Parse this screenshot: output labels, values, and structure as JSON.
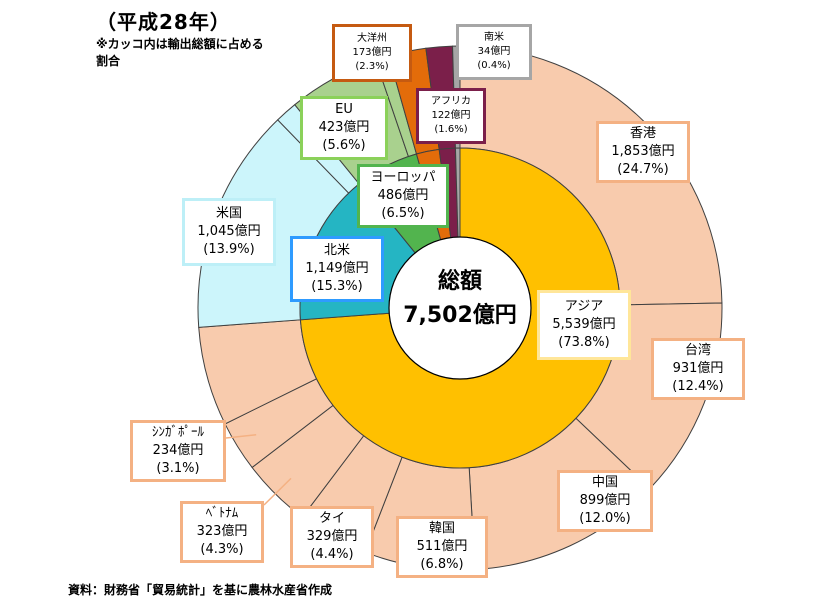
{
  "heading": {
    "year": "（平成28年）",
    "note": "※カッコ内は輸出総額に占める割合"
  },
  "total": {
    "label": "総額",
    "value": "7,502億円"
  },
  "source": "資料：財務省「貿易統計」を基に農林水産省作成",
  "chart_data": {
    "type": "pie",
    "unit": "億円",
    "total": 7502,
    "inner_ring": [
      {
        "key": "asia",
        "name": "アジア",
        "value": 5539,
        "value_label": "5,539億円",
        "percent_label": "(73.8%)",
        "color": "#FFC000"
      },
      {
        "key": "north_america",
        "name": "北米",
        "value": 1149,
        "value_label": "1,149億円",
        "percent_label": "(15.3%)",
        "color": "#25B5C3"
      },
      {
        "key": "europe",
        "name": "ヨーロッパ",
        "value": 486,
        "value_label": "486億円",
        "percent_label": "(6.5%)",
        "color": "#52B44E"
      },
      {
        "key": "oceania",
        "name": "大洋州",
        "value": 173,
        "value_label": "173億円",
        "percent_label": "(2.3%)",
        "color": "#E36C0A"
      },
      {
        "key": "africa",
        "name": "アフリカ",
        "value": 122,
        "value_label": "122億円",
        "percent_label": "(1.6%)",
        "color": "#7B1F4A"
      },
      {
        "key": "south_america",
        "name": "南米",
        "value": 34,
        "value_label": "34億円",
        "percent_label": "(0.4%)",
        "color": "#A6A6A6"
      }
    ],
    "outer_ring": [
      {
        "key": "hongkong",
        "name": "香港",
        "value": 1853,
        "value_label": "1,853億円",
        "percent_label": "(24.7%)",
        "color": "#F8CBAD"
      },
      {
        "key": "taiwan",
        "name": "台湾",
        "value": 931,
        "value_label": "931億円",
        "percent_label": "(12.4%)",
        "color": "#F8CBAD"
      },
      {
        "key": "china",
        "name": "中国",
        "value": 899,
        "value_label": "899億円",
        "percent_label": "(12.0%)",
        "color": "#F8CBAD"
      },
      {
        "key": "korea",
        "name": "韓国",
        "value": 511,
        "value_label": "511億円",
        "percent_label": "(6.8%)",
        "color": "#F8CBAD"
      },
      {
        "key": "thailand",
        "name": "タイ",
        "value": 329,
        "value_label": "329億円",
        "percent_label": "(4.4%)",
        "color": "#F8CBAD"
      },
      {
        "key": "vietnam",
        "name": "ﾍﾞﾄﾅﾑ",
        "value": 323,
        "value_label": "323億円",
        "percent_label": "(4.3%)",
        "color": "#F8CBAD"
      },
      {
        "key": "singapore",
        "name": "ｼﾝｶﾞﾎﾟｰﾙ",
        "value": 234,
        "value_label": "234億円",
        "percent_label": "(3.1%)",
        "color": "#F8CBAD"
      },
      {
        "key": "other_asia",
        "value": 459,
        "color": "#F8CBAD"
      },
      {
        "key": "usa",
        "name": "米国",
        "value": 1045,
        "value_label": "1,045億円",
        "percent_label": "(13.9%)",
        "color": "#CCF5FB"
      },
      {
        "key": "other_north_america",
        "value": 104,
        "color": "#CCF5FB"
      },
      {
        "key": "eu",
        "name": "EU",
        "value": 423,
        "value_label": "423億円",
        "percent_label": "(5.6%)",
        "color": "#A9D18E"
      },
      {
        "key": "other_europe",
        "value": 63,
        "color": "#A9D18E"
      },
      {
        "key": "oceania_outer",
        "value": 173,
        "color": "#E36C0A"
      },
      {
        "key": "africa_outer",
        "value": 122,
        "color": "#7B1F4A"
      },
      {
        "key": "south_america_outer",
        "value": 34,
        "color": "#A6A6A6"
      }
    ],
    "callout_colors": {
      "asia": "#FFE699",
      "hongkong": "#F4B183",
      "north_america": "#2E9BFF",
      "usa": "#BDEFF7",
      "europe": "#52B44E",
      "eu": "#8BD15A",
      "oceania": "#C55A11",
      "africa": "#7B1F4A",
      "south_america": "#A6A6A6"
    }
  }
}
